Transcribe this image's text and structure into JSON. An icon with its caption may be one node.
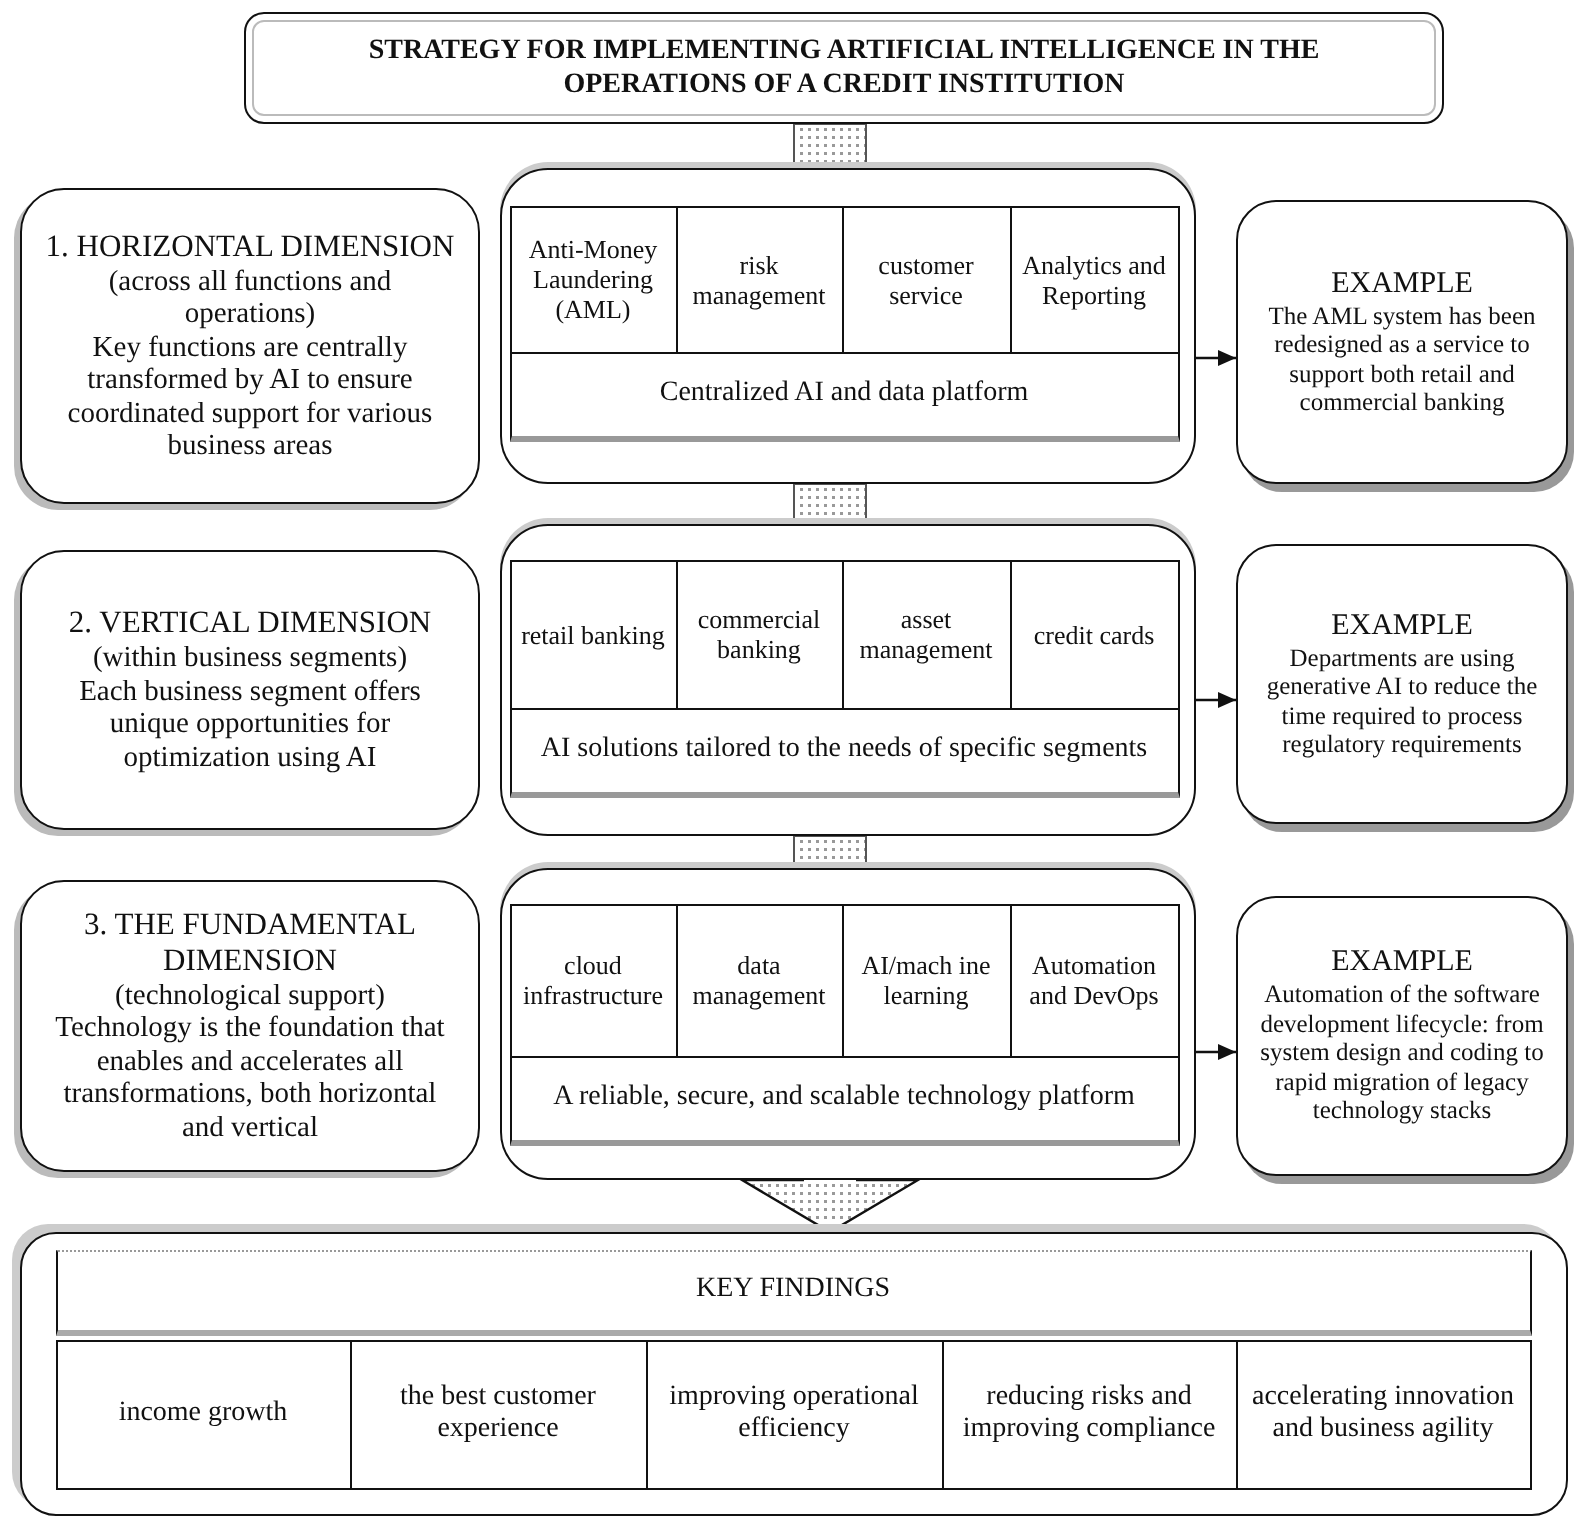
{
  "diagram": {
    "nodes": [
      {
        "text": [
          "STRATEGY FOR IMPLEMENTING ARTIFICIAL INTELLIGENCE IN THE OPERATIONS OF A CREDIT INSTITUTION"
        ]
      },
      {
        "text": [
          "1. HORIZONTAL DIMENSION",
          "(across all functions and operations)",
          "Key functions are centrally transformed by AI to ensure coordinated support for various business areas"
        ]
      },
      {
        "text": [],
        "shape": "box"
      },
      {
        "text": [
          "Anti-Money Laundering (AML)"
        ],
        "in": 2
      },
      {
        "text": [
          "risk management"
        ],
        "in": 2
      },
      {
        "text": [
          "customer service"
        ],
        "in": 2
      },
      {
        "text": [
          "Analytics and Reporting"
        ],
        "in": 2
      },
      {
        "text": [
          "Centralized AI and data platform"
        ],
        "in": 2
      },
      {
        "text": [
          "EXAMPLE",
          "The AML system has been redesigned as a service to support both retail and commercial banking"
        ]
      },
      {
        "text": [
          "2. VERTICAL DIMENSION",
          "(within business segments)",
          "Each business segment offers unique opportunities for optimization using AI"
        ]
      },
      {
        "text": [],
        "shape": "box"
      },
      {
        "text": [
          "retail banking"
        ],
        "in": 10
      },
      {
        "text": [
          "commercial banking"
        ],
        "in": 10
      },
      {
        "text": [
          "asset management"
        ],
        "in": 10
      },
      {
        "text": [
          "credit cards"
        ],
        "in": 10
      },
      {
        "text": [
          "AI solutions tailored to the needs of specific segments"
        ],
        "in": 10
      },
      {
        "text": [
          "EXAMPLE",
          "Departments are using generative AI to reduce the time required to process regulatory requirements"
        ]
      },
      {
        "text": [
          "3. THE FUNDAMENTAL DIMENSION",
          "(technological support)",
          "Technology is the foundation that enables and accelerates all transformations, both horizontal and vertical"
        ]
      },
      {
        "text": [],
        "shape": "box"
      },
      {
        "text": [
          "cloud infrastructure"
        ],
        "in": 18
      },
      {
        "text": [
          "data management"
        ],
        "in": 18
      },
      {
        "text": [
          "AI/mach ine learning"
        ],
        "in": 18
      },
      {
        "text": [
          "Automation and DevOps"
        ],
        "in": 18
      },
      {
        "text": [
          "A reliable, secure, and scalable technology platform"
        ],
        "in": 18
      },
      {
        "text": [
          "EXAMPLE",
          "Automation of the software development lifecycle: from system design and coding to rapid migration of legacy technology stacks"
        ]
      },
      {
        "text": [],
        "shape": "box"
      },
      {
        "text": [
          "KEY FINDINGS"
        ],
        "in": 25
      },
      {
        "text": [
          "income growth"
        ],
        "in": 25
      },
      {
        "text": [
          "the best customer experience"
        ],
        "in": 25
      },
      {
        "text": [
          "improving operational efficiency"
        ],
        "in": 25
      },
      {
        "text": [
          "reducing risks and improving compliance"
        ],
        "in": 25
      },
      {
        "text": [
          "accelerating innovation and business agility"
        ],
        "in": 25
      }
    ],
    "edges": [
      {
        "from": 0,
        "to": 2,
        "arrow": "none",
        "style": "thick"
      },
      {
        "from": 2,
        "to": 8,
        "arrow": "to"
      },
      {
        "from": 2,
        "to": 10,
        "arrow": "none",
        "style": "thick"
      },
      {
        "from": 10,
        "to": 16,
        "arrow": "to"
      },
      {
        "from": 10,
        "to": 18,
        "arrow": "none",
        "style": "thick"
      },
      {
        "from": 18,
        "to": 24,
        "arrow": "to"
      },
      {
        "from": 18,
        "to": 25,
        "arrow": "to",
        "style": "thick"
      }
    ]
  }
}
